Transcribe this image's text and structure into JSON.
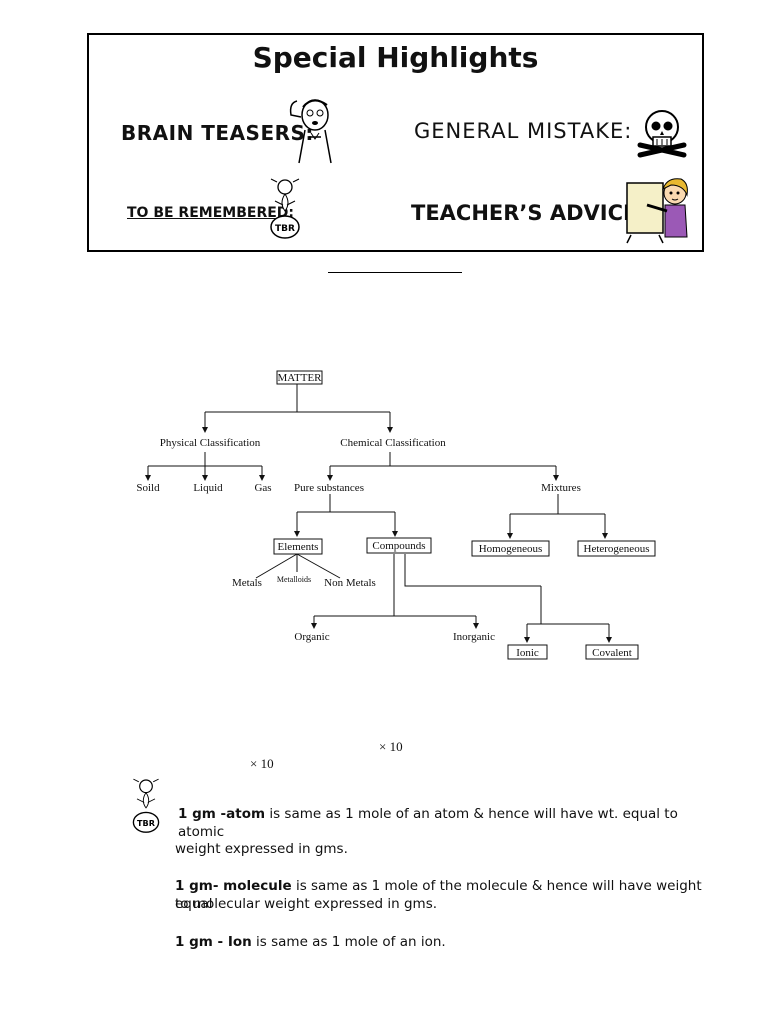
{
  "highlights": {
    "title": "Special Highlights",
    "brain_teasers": "BRAIN TEASERS:",
    "general_mistake": "GENERAL MISTAKE:",
    "to_be_remembered": "TO BE REMEMBERED:",
    "teachers_advice": "TEACHER’S ADVICE:",
    "tbr_badge": "TBR"
  },
  "diagram": {
    "root": "MATTER",
    "physical": "Physical Classification",
    "chemical": "Chemical Classification",
    "solid": "Soild",
    "liquid": "Liquid",
    "gas": "Gas",
    "pure": "Pure substances",
    "mixtures": "Mixtures",
    "elements": "Elements",
    "compounds": "Compounds",
    "homogeneous": "Homogeneous",
    "heterogeneous": "Heterogeneous",
    "metals": "Metals",
    "metalloids": "Metalloids",
    "nonmetals": "Non Metals",
    "organic": "Organic",
    "inorganic": "Inorganic",
    "ionic": "Ionic",
    "covalent": "Covalent"
  },
  "fragments": {
    "times1": "× 10",
    "times2": "× 10"
  },
  "notes": {
    "atom_term": "1 gm -atom",
    "atom_text": " is same as 1 mole of an atom & hence will have wt. equal to atomic",
    "atom_text2": "weight expressed in gms.",
    "molecule_term": "1 gm- molecule",
    "molecule_text": " is same as 1 mole of the molecule & hence will have weight equal",
    "molecule_text2": "to molecular  weight expressed in gms.",
    "ion_term": "1 gm - Ion",
    "ion_text": " is same as 1 mole of an ion."
  }
}
